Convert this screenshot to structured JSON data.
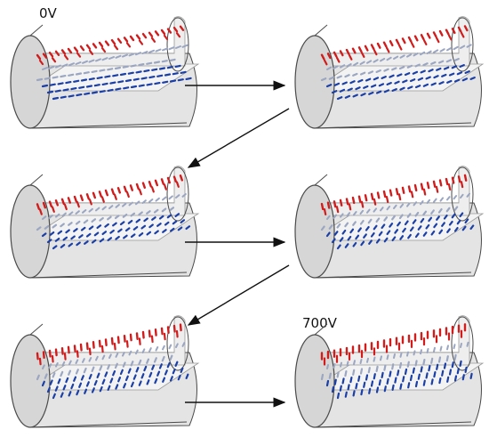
{
  "labels": {
    "start_voltage": "0V",
    "end_voltage": "700V"
  },
  "colors": {
    "cylinder_fill": "#e4e4e4",
    "cylinder_stroke": "#4a4a4a",
    "endcap_fill": "#d6d6d6",
    "wall_fill": "#eeeeee",
    "red_molecule": "#d21c1c",
    "blue_molecule": "#1a3fa8",
    "light_molecule": "#9aa6c2",
    "arrow": "#111111"
  },
  "panels": [
    {
      "id": "panel-1",
      "caption_key": "start_voltage",
      "tilt": 0.0
    },
    {
      "id": "panel-2",
      "caption_key": "",
      "tilt": 0.2
    },
    {
      "id": "panel-3",
      "caption_key": "",
      "tilt": 0.4
    },
    {
      "id": "panel-4",
      "caption_key": "",
      "tilt": 0.6
    },
    {
      "id": "panel-5",
      "caption_key": "",
      "tilt": 0.8
    },
    {
      "id": "panel-6",
      "caption_key": "end_voltage",
      "tilt": 1.0
    }
  ],
  "sequence": [
    "panel-1",
    "panel-2",
    "panel-3",
    "panel-4",
    "panel-5",
    "panel-6"
  ]
}
